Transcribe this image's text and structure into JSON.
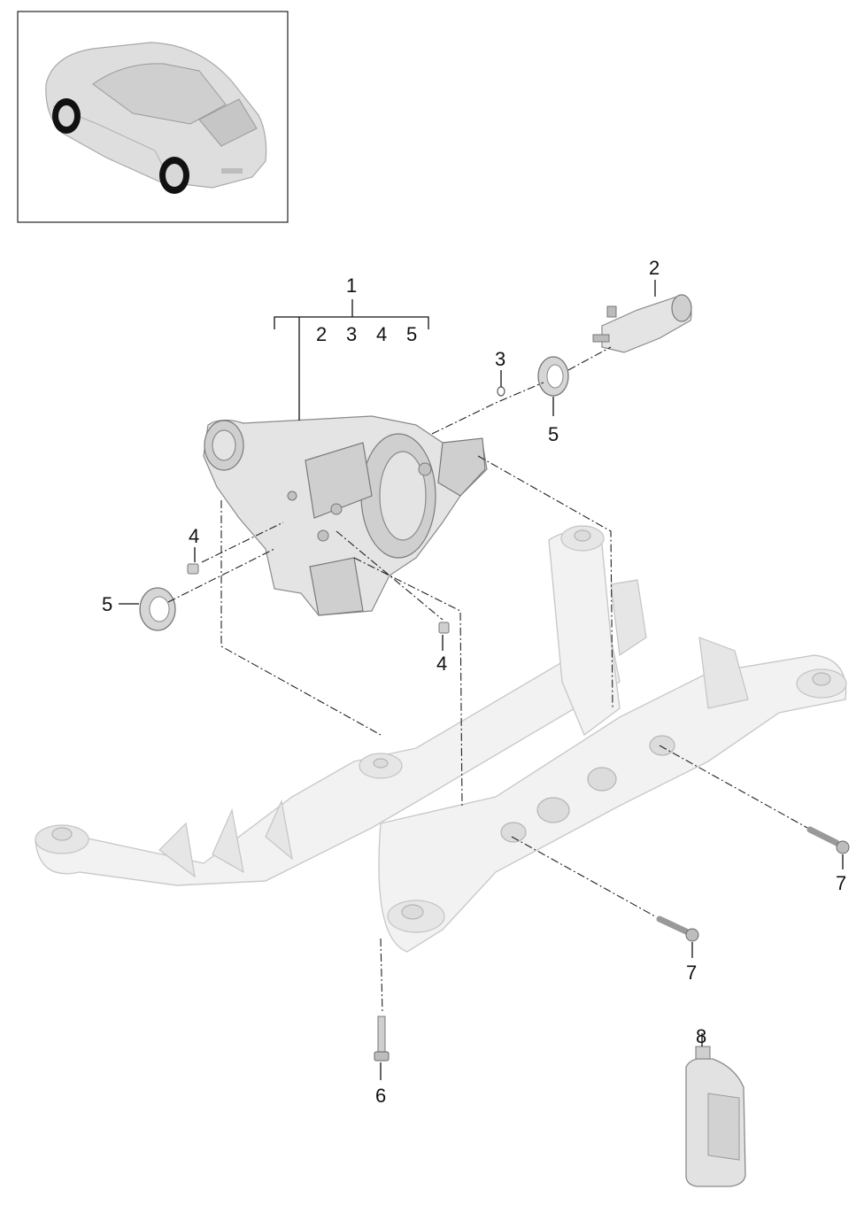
{
  "diagram": {
    "callouts": {
      "c1": "1",
      "c1_sub_2": "2",
      "c1_sub_3": "3",
      "c1_sub_4": "4",
      "c1_sub_5": "5",
      "c2": "2",
      "c3": "3",
      "c4_left": "4",
      "c4_right": "4",
      "c5_left": "5",
      "c5_right": "5",
      "c6": "6",
      "c7_left": "7",
      "c7_right": "7",
      "c8": "8"
    }
  }
}
